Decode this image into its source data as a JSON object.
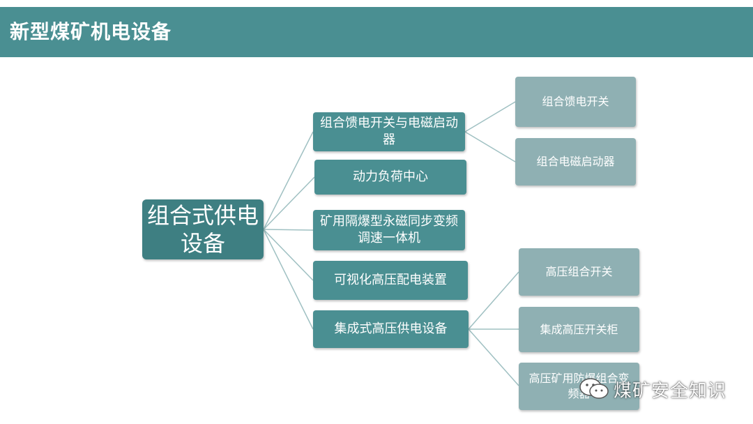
{
  "header": {
    "title": "新型煤矿机电设备"
  },
  "diagram": {
    "root": {
      "label": "组合式供电设备"
    },
    "branches": [
      {
        "label": "组合馈电开关与电磁启动器",
        "children": [
          "组合馈电开关",
          "组合电磁启动器"
        ]
      },
      {
        "label": "动力负荷中心",
        "children": []
      },
      {
        "label": "矿用隔爆型永磁同步变频调速一体机",
        "children": []
      },
      {
        "label": "可视化高压配电装置",
        "children": []
      },
      {
        "label": "集成式高压供电设备",
        "children": [
          "高压组合开关",
          "集成高压开关柜",
          "高压矿用防爆组合变频器"
        ]
      }
    ]
  },
  "watermark": {
    "text": "煤矿安全知识",
    "icon": "wechat-icon"
  },
  "colors": {
    "header": "#4a8f92",
    "root": "#3e7f82",
    "branch": "#4a8f92",
    "leaf": "#8fb0b3",
    "connector": "#9fc0c2"
  }
}
